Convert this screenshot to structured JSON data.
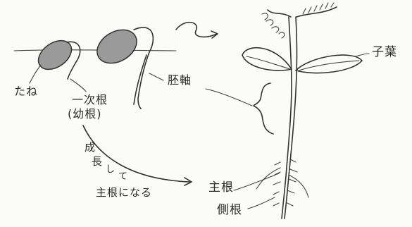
{
  "labels": {
    "seed": "たね",
    "primary_root": "一次根",
    "radicle": "(幼根)",
    "hypocotyl": "胚軸",
    "cotyledon": "子葉",
    "grows_line1": "成",
    "grows_line2": "長",
    "grows_line3": "し",
    "grows_line4": "て",
    "becomes_main_root": "主根になる",
    "main_root": "主根",
    "lateral_root": "側根"
  },
  "colors": {
    "ink": "#333333",
    "seed_fill": "#9a9a9a",
    "paper": "#fbfbfa"
  }
}
